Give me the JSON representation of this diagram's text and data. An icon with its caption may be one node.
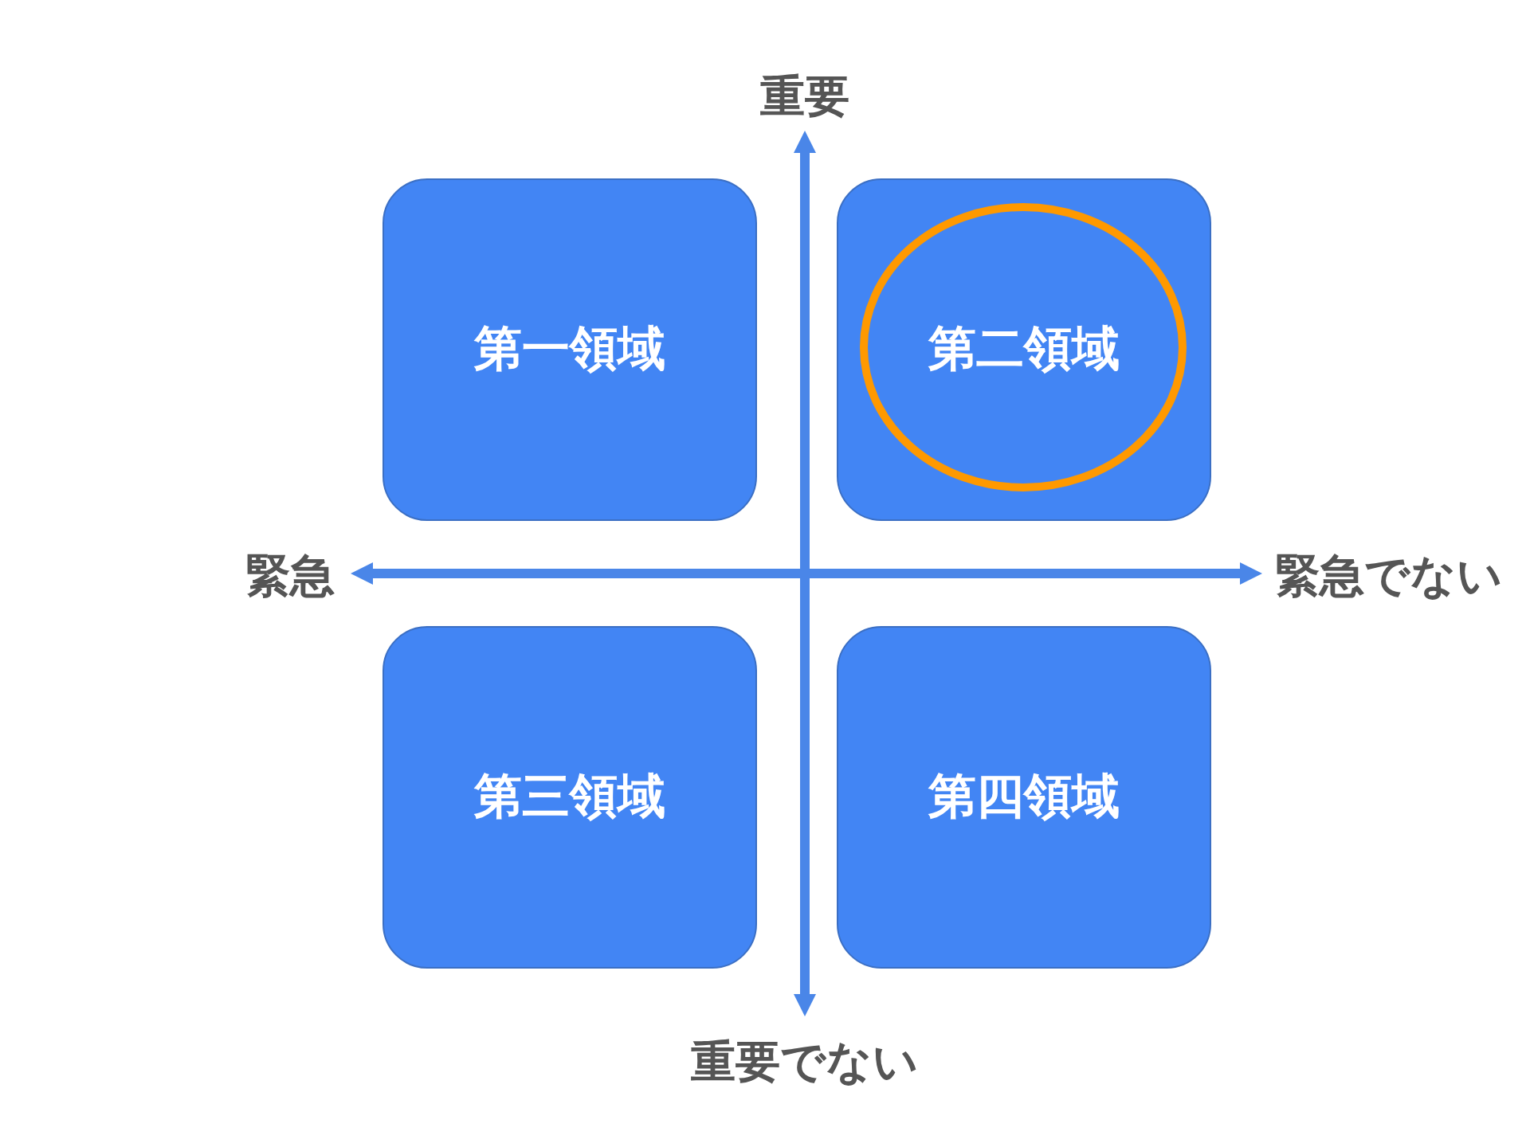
{
  "diagram": {
    "nodes": [
      {
        "text": [
          "第一領域"
        ]
      },
      {
        "text": [
          "第二領域"
        ]
      },
      {
        "text": [
          "第三領域"
        ]
      },
      {
        "text": [
          "第四領域"
        ]
      }
    ],
    "edges": [],
    "labels": [
      "重要",
      "緊急",
      "緊急でない",
      "重要でない"
    ]
  }
}
